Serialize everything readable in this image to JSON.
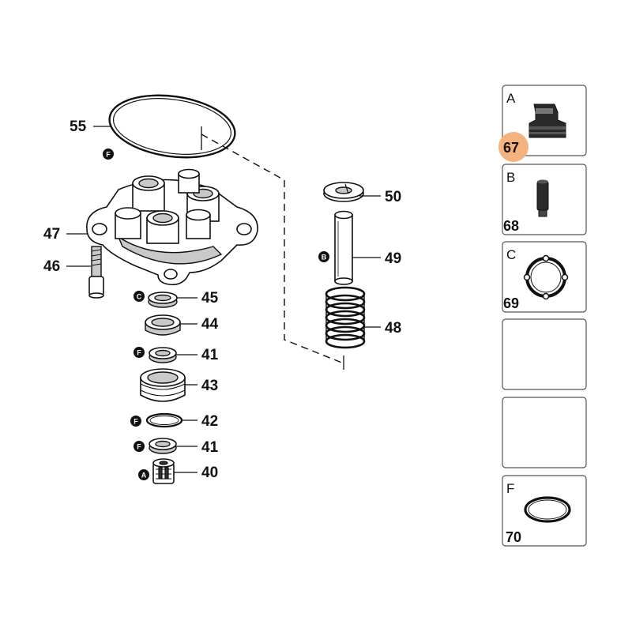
{
  "callouts": {
    "p55": "55",
    "p47": "47",
    "p46": "46",
    "p45": "45",
    "p44": "44",
    "p41a": "41",
    "p43": "43",
    "p42": "42",
    "p41b": "41",
    "p40": "40",
    "p50": "50",
    "p49": "49",
    "p48": "48"
  },
  "badges": {
    "b55": "F",
    "b49": "B",
    "b45": "C",
    "b41a": "F",
    "b42": "F",
    "b41b": "F",
    "b40": "A"
  },
  "kits": [
    {
      "letter": "A",
      "number": "67",
      "highlighted": true
    },
    {
      "letter": "B",
      "number": "68",
      "highlighted": false
    },
    {
      "letter": "C",
      "number": "69",
      "highlighted": false
    },
    {
      "letter": "",
      "number": "",
      "highlighted": false
    },
    {
      "letter": "",
      "number": "",
      "highlighted": false
    },
    {
      "letter": "F",
      "number": "70",
      "highlighted": false
    }
  ],
  "colors": {
    "highlight": "#f5b27d",
    "badge": "#111111",
    "line": "#111111"
  },
  "icons": {
    "kit_a": "valve-cartridge-icon",
    "kit_b": "plunger-pin-icon",
    "kit_c": "gasket-ring-icon",
    "kit_f": "o-ring-icon"
  }
}
